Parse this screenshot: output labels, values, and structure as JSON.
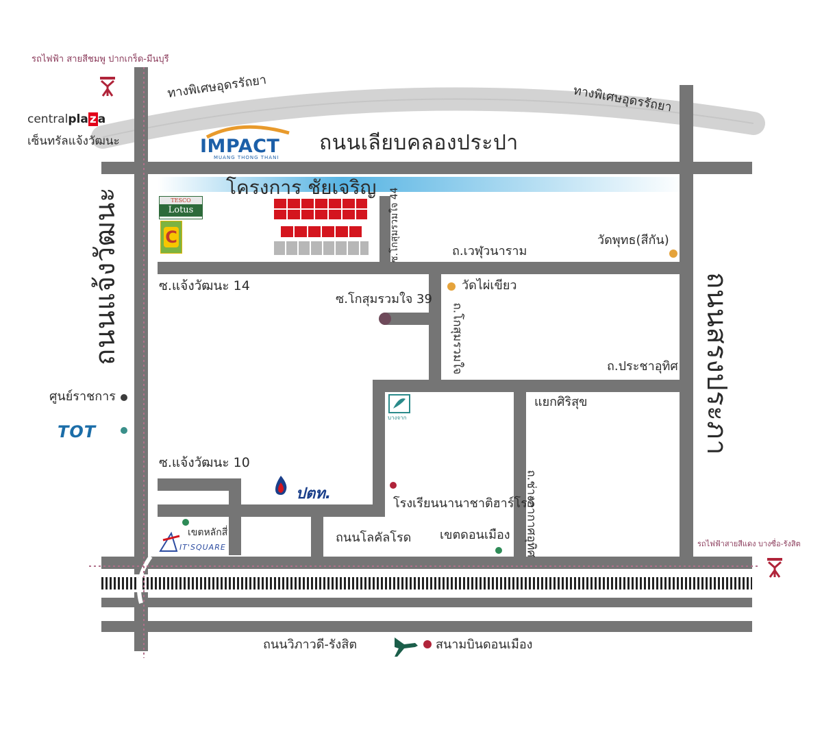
{
  "colors": {
    "road": "#757575",
    "expressway": "#d3d3d3",
    "rail_line": "#b0708a",
    "project_red": "#d4151e",
    "project_gray": "#b7b7b7",
    "poi_orange": "#e5a33b",
    "poi_maroon": "#6e4a5a",
    "poi_dark": "#3c3c3c",
    "poi_teal": "#3a8f8a",
    "poi_green": "#2e8b57",
    "project_band": "#3aa7de",
    "airplane": "#1b5e4a",
    "airport_dot": "#b0243a",
    "rail_icon": "#b0243a"
  },
  "top": {
    "pink_line_label": "รถไฟฟ้า สายสีชมพู ปากเกร็ด-มีนบุรี",
    "expressway_left": "ทางพิเศษอุดรรัถยา",
    "expressway_right": "ทางพิเศษอุดรรัถยา",
    "central": {
      "brand_pre": "central",
      "brand_bold_1": "pla",
      "brand_z": "z",
      "brand_bold_2": "a",
      "branch": "เซ็นทรัลแจ้งวัฒนะ"
    },
    "impact": {
      "name": "IMPACT",
      "sub": "MUANG THONG THANI"
    },
    "road_label": "ถนนเลียบคลองประปา"
  },
  "project": {
    "name": "โครงการ ชัยเจริญ"
  },
  "roads": {
    "chaengwattana": "ถนนแจ้งวัฒนะ",
    "sorn_prapa": "ถนนสรงประภา",
    "soi_kosum44": "ซ.โกสุมรวมใจ 44",
    "wepnram": "ถ.เวฬุวนาราม",
    "soi_chaeng14": "ซ.แจ้งวัฒนะ 14",
    "soi_kosum39": "ซ.โกสุมรวมใจ 39",
    "kosum": "ถ.โกสุมรวมใจ",
    "pracha_uthit": "ถ.ประชาอุทิศ",
    "siri_suk": "แยกศิริสุข",
    "soi_chaeng10": "ซ.แจ้งวัฒนะ 10",
    "chang_akat": "ถ.ช่างอากาศอุทิศ",
    "local_road": "ถนนโลคัลโรด",
    "vibhavadi": "ถนนวิภาวดี-รังสิต"
  },
  "pois": {
    "wat_phuttha": "วัดพุทธ(สีกัน)",
    "wat_phai_khiao": "วัดไผ่เขียว",
    "gov_center": "ศูนย์ราชการ",
    "tot": "TOT",
    "ptt": "ปตท.",
    "school": "โรงเรียนนานาชาติฮาร์โรว์",
    "district_laksi": "เขตหลักสี่",
    "it_square": "IT'SQUARE",
    "district_donmuang": "เขตดอนเมือง",
    "bangchak_small": "บางจาก",
    "airport": "สนามบินดอนเมือง",
    "red_line_label": "รถไฟฟ้าสายสีแดง บางซื่อ-รังสิต"
  },
  "icons": {
    "rail_left": "rail-station-icon",
    "rail_right": "rail-station-icon",
    "airplane": "airplane-icon",
    "bangchak": "bangchak-icon",
    "ptt": "ptt-flame-icon"
  }
}
